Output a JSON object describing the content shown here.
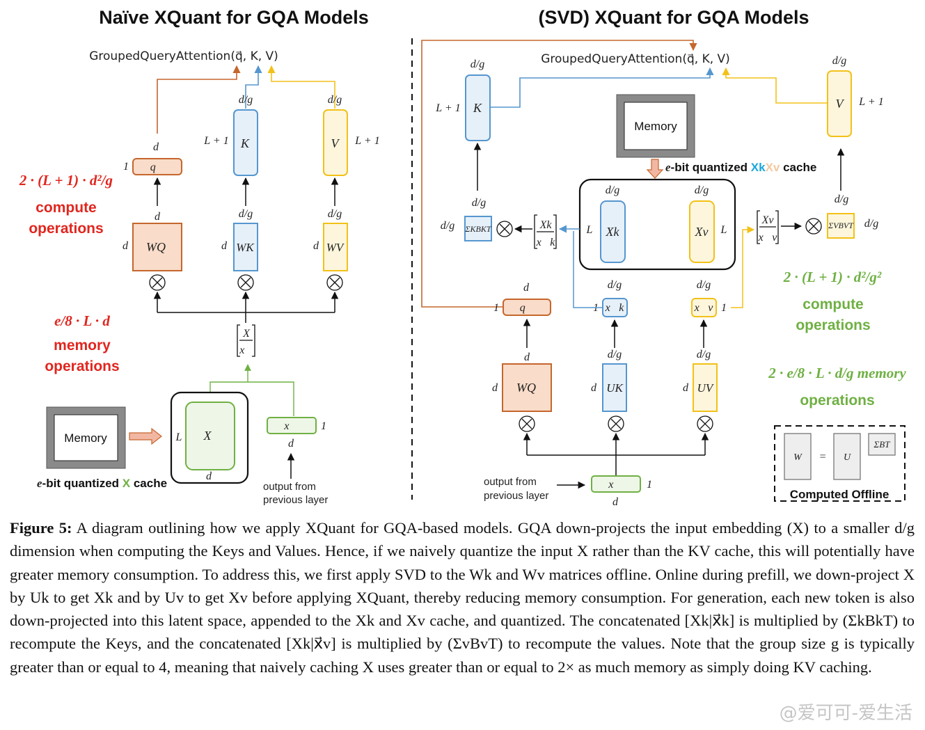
{
  "left_panel": {
    "title": "Naïve XQuant for GQA Models",
    "attention_label": "GroupedQueryAttention(q⃗, K, V)",
    "compute_formula": "2 · (L + 1) · d²/g",
    "compute_text_1": "compute",
    "compute_text_2": "operations",
    "memory_formula": "e/8 · L · d",
    "memory_text_1": "memory",
    "memory_text_2": "operations",
    "memory_box": "Memory",
    "cache_label_prefix": "e",
    "cache_label_mid": "-bit quantized ",
    "cache_label_x": "X",
    "cache_label_suffix": " cache",
    "output_label_1": "output from",
    "output_label_2": "previous layer",
    "blocks": {
      "q": "q⃗",
      "k": "K",
      "v": "V",
      "wq": "WQ",
      "wk": "WK",
      "wv": "WV",
      "x": "X",
      "xvec": "x⃗",
      "concat_top": "X",
      "concat_bottom": "x⃗"
    },
    "dims": {
      "d": "d",
      "dg": "d/g",
      "one": "1",
      "L1": "L + 1",
      "L": "L"
    }
  },
  "right_panel": {
    "title": "(SVD) XQuant for GQA Models",
    "attention_label": "GroupedQueryAttention(q⃗, K, V)",
    "memory_box": "Memory",
    "cache_label_prefix": "e",
    "cache_label_mid": "-bit quantized ",
    "cache_label_xk": "Xk",
    "cache_label_xv": "Xv",
    "cache_label_suffix": " cache",
    "compute_formula": "2 · (L + 1) · d²/g²",
    "compute_text_1": "compute",
    "compute_text_2": "operations",
    "memory_formula": "2 · e/8 · L · d/g memory",
    "memory_text_2": "operations",
    "offline_label": "Computed Offline",
    "output_label_1": "output from",
    "output_label_2": "previous layer",
    "blocks": {
      "k": "K",
      "v": "V",
      "xk": "Xk",
      "xv": "Xv",
      "sigk": "ΣKBKT",
      "sigv": "ΣVBVT",
      "concat_k_top": "Xk",
      "concat_k_bottom": "x⃗k",
      "concat_v_top": "Xv",
      "concat_v_bottom": "x⃗v",
      "q": "q⃗",
      "xk_vec": "x⃗k",
      "xv_vec": "x⃗v",
      "wq": "WQ",
      "uk": "UK",
      "uv": "UV",
      "xvec": "x⃗",
      "w": "W",
      "eq": "=",
      "u": "U",
      "sb": "ΣBT"
    }
  },
  "caption": {
    "label": "Figure 5:",
    "text": " A diagram outlining how we apply XQuant for GQA-based models. GQA down-projects the input embedding (X) to a smaller d/g dimension when computing the Keys and Values. Hence, if we naively quantize the input X rather than the KV cache, this will potentially have greater memory consumption. To address this, we first apply SVD to the Wk and Wv matrices offline. Online during prefill, we down-project X by Uk to get Xk and by Uv to get Xv before applying XQuant, thereby reducing memory consumption. For generation, each new token is also down-projected into this latent space, appended to the Xk and Xv cache, and quantized. The concatenated [Xk|x⃗k] is multiplied by (ΣkBkT) to recompute the Keys, and the concatenated [Xk|x⃗v] is multiplied by (ΣvBvT) to recompute the values. Note that the group size g is typically greater than or equal to 4, meaning that naively caching X uses greater than or equal to 2× as much memory as simply doing KV caching."
  },
  "watermark": "@爱可可-爱生活",
  "colors": {
    "orange": "#c5662d",
    "orange_fill": "#f9dcc9",
    "blue": "#5596cf",
    "blue_fill": "#e6f0f9",
    "yellow": "#f2c118",
    "yellow_fill": "#fdf6dc",
    "green": "#6fb043",
    "green_fill": "#eef6e8",
    "red_text": "#e0261f"
  }
}
